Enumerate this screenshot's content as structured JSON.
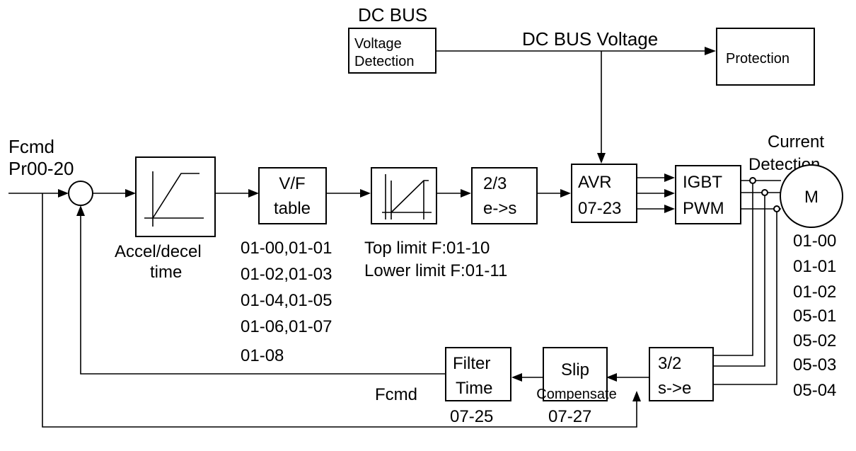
{
  "input": {
    "line1": "Fcmd",
    "line2": "Pr00-20"
  },
  "dc_bus": {
    "title": "DC BUS",
    "box_line1": "Voltage",
    "box_line2": "Detection",
    "voltage_label": "DC BUS Voltage",
    "protection": "Protection"
  },
  "accel": {
    "label_line1": "Accel/decel",
    "label_line2": "time"
  },
  "vf_table": {
    "line1": "V/F",
    "line2": "table",
    "params": [
      "01-00,01-01",
      "01-02,01-03",
      "01-04,01-05",
      "01-06,01-07",
      "01-08"
    ]
  },
  "limiter": {
    "top": "Top limit  F:01-10",
    "lower": "Lower limit  F:01-11"
  },
  "transform_23": {
    "line1": "2/3",
    "line2": "e->s"
  },
  "avr": {
    "line1": "AVR",
    "line2": "07-23"
  },
  "igbt": {
    "line1": "IGBT",
    "line2": "PWM"
  },
  "current_detection": {
    "line1": "Current",
    "line2": "Detection"
  },
  "motor": {
    "label": "M",
    "params": [
      "01-00",
      "01-01",
      "01-02",
      "05-01",
      "05-02",
      "05-03",
      "05-04"
    ]
  },
  "transform_32": {
    "line1": "3/2",
    "line2": "s->e"
  },
  "slip": {
    "line1": "Slip",
    "line2": "Compensate",
    "param": "07-27"
  },
  "filter": {
    "line1": "Filter",
    "line2": "Time",
    "param": "07-25"
  },
  "fcmd_bottom": "Fcmd"
}
